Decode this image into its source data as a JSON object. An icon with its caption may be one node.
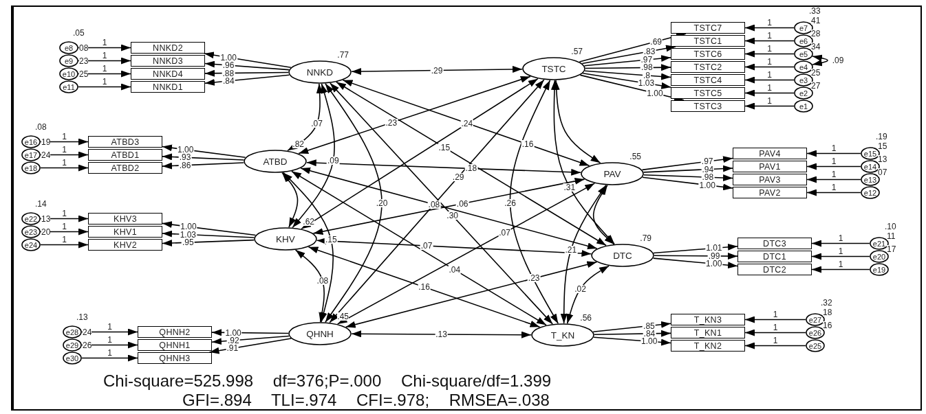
{
  "diagram": {
    "nodes": [
      {
        "text": [
          "e8"
        ],
        "beside": [
          ".05",
          "08"
        ]
      },
      {
        "text": [
          "e9"
        ],
        "beside": [
          "23"
        ]
      },
      {
        "text": [
          "e10"
        ],
        "beside": [
          "25"
        ]
      },
      {
        "text": [
          "e11"
        ]
      },
      {
        "text": [
          "NNKD2"
        ]
      },
      {
        "text": [
          "NNKD3"
        ]
      },
      {
        "text": [
          "NNKD4"
        ]
      },
      {
        "text": [
          "NNKD1"
        ]
      },
      {
        "text": [
          "NNKD"
        ],
        "beside": [
          ".77"
        ]
      },
      {
        "text": [
          "TSTC"
        ],
        "beside": [
          ".57"
        ]
      },
      {
        "text": [
          "TSTC7"
        ]
      },
      {
        "text": [
          "TSTC1"
        ]
      },
      {
        "text": [
          "TSTC6"
        ]
      },
      {
        "text": [
          "TSTC2"
        ]
      },
      {
        "text": [
          "TSTC4"
        ]
      },
      {
        "text": [
          "TSTC5"
        ]
      },
      {
        "text": [
          "TSTC3"
        ]
      },
      {
        "text": [
          "e7"
        ],
        "beside": [
          ".33",
          "41"
        ]
      },
      {
        "text": [
          "e6"
        ],
        "beside": [
          "28"
        ]
      },
      {
        "text": [
          "e5"
        ],
        "beside": [
          "34"
        ]
      },
      {
        "text": [
          "e4"
        ]
      },
      {
        "text": [
          "e3"
        ],
        "beside": [
          "25"
        ]
      },
      {
        "text": [
          "e2"
        ],
        "beside": [
          "27"
        ]
      },
      {
        "text": [
          "e1"
        ]
      },
      {
        "text": [
          "e16"
        ],
        "beside": [
          ".08",
          "19"
        ]
      },
      {
        "text": [
          "e17"
        ],
        "beside": [
          "24"
        ]
      },
      {
        "text": [
          "e18"
        ]
      },
      {
        "text": [
          "ATBD3"
        ]
      },
      {
        "text": [
          "ATBD1"
        ]
      },
      {
        "text": [
          "ATBD2"
        ]
      },
      {
        "text": [
          "ATBD"
        ],
        "beside": [
          ".82"
        ]
      },
      {
        "text": [
          "PAV"
        ],
        "beside": [
          ".55"
        ]
      },
      {
        "text": [
          "PAV4"
        ]
      },
      {
        "text": [
          "PAV1"
        ]
      },
      {
        "text": [
          "PAV3"
        ]
      },
      {
        "text": [
          "PAV2"
        ]
      },
      {
        "text": [
          "e15"
        ],
        "beside": [
          ".19",
          "15"
        ]
      },
      {
        "text": [
          "e14"
        ],
        "beside": [
          "13"
        ]
      },
      {
        "text": [
          "e13"
        ],
        "beside": [
          "07"
        ]
      },
      {
        "text": [
          "e12"
        ]
      },
      {
        "text": [
          "e22"
        ],
        "beside": [
          ".14",
          "13"
        ]
      },
      {
        "text": [
          "e23"
        ],
        "beside": [
          "20"
        ]
      },
      {
        "text": [
          "e24"
        ]
      },
      {
        "text": [
          "KHV3"
        ]
      },
      {
        "text": [
          "KHV1"
        ]
      },
      {
        "text": [
          "KHV2"
        ]
      },
      {
        "text": [
          "KHV"
        ],
        "beside": [
          ".62"
        ]
      },
      {
        "text": [
          "DTC"
        ],
        "beside": [
          ".79"
        ]
      },
      {
        "text": [
          "DTC3"
        ]
      },
      {
        "text": [
          "DTC1"
        ]
      },
      {
        "text": [
          "DTC2"
        ]
      },
      {
        "text": [
          "e21"
        ],
        "beside": [
          ".10",
          "11"
        ]
      },
      {
        "text": [
          "e20"
        ],
        "beside": [
          "17"
        ]
      },
      {
        "text": [
          "e19"
        ]
      },
      {
        "text": [
          "e28"
        ],
        "beside": [
          ".13",
          "24"
        ]
      },
      {
        "text": [
          "e29"
        ],
        "beside": [
          "26"
        ]
      },
      {
        "text": [
          "e30"
        ]
      },
      {
        "text": [
          "QHNH2"
        ]
      },
      {
        "text": [
          "QHNH1"
        ]
      },
      {
        "text": [
          "QHNH3"
        ]
      },
      {
        "text": [
          "QHNH"
        ],
        "beside": [
          ".45"
        ]
      },
      {
        "text": [
          "T_KN"
        ],
        "beside": [
          ".56"
        ]
      },
      {
        "text": [
          "T_KN3"
        ]
      },
      {
        "text": [
          "T_KN1"
        ]
      },
      {
        "text": [
          "T_KN2"
        ]
      },
      {
        "text": [
          "e27"
        ],
        "beside": [
          ".32",
          "18"
        ]
      },
      {
        "text": [
          "e26"
        ],
        "beside": [
          "16"
        ]
      },
      {
        "text": [
          "e25"
        ]
      }
    ],
    "edges": [
      {
        "from": 0,
        "to": 4,
        "arrow": "to",
        "label": "1"
      },
      {
        "from": 1,
        "to": 5,
        "arrow": "to",
        "label": "1"
      },
      {
        "from": 2,
        "to": 6,
        "arrow": "to",
        "label": "1"
      },
      {
        "from": 3,
        "to": 7,
        "arrow": "to",
        "label": "1"
      },
      {
        "from": 8,
        "to": 4,
        "arrow": "to",
        "label": "1.00"
      },
      {
        "from": 8,
        "to": 5,
        "arrow": "to",
        "label": ".96"
      },
      {
        "from": 8,
        "to": 6,
        "arrow": "to",
        "label": ".88"
      },
      {
        "from": 8,
        "to": 7,
        "arrow": "to",
        "label": ".84"
      },
      {
        "from": 17,
        "to": 10,
        "arrow": "to",
        "label": "1"
      },
      {
        "from": 18,
        "to": 11,
        "arrow": "to",
        "label": "1"
      },
      {
        "from": 19,
        "to": 12,
        "arrow": "to",
        "label": "1"
      },
      {
        "from": 20,
        "to": 13,
        "arrow": "to",
        "label": "1"
      },
      {
        "from": 21,
        "to": 14,
        "arrow": "to",
        "label": "1"
      },
      {
        "from": 22,
        "to": 15,
        "arrow": "to",
        "label": "1"
      },
      {
        "from": 23,
        "to": 16,
        "arrow": "to",
        "label": "1"
      },
      {
        "from": 9,
        "to": 10,
        "arrow": "to",
        "label": ".69"
      },
      {
        "from": 9,
        "to": 11,
        "arrow": "to",
        "label": ".83"
      },
      {
        "from": 9,
        "to": 12,
        "arrow": "to",
        "label": ".97"
      },
      {
        "from": 9,
        "to": 13,
        "arrow": "to",
        "label": ".98"
      },
      {
        "from": 9,
        "to": 14,
        "arrow": "to",
        "label": ".8"
      },
      {
        "from": 9,
        "to": 15,
        "arrow": "to",
        "label": "1.03"
      },
      {
        "from": 9,
        "to": 16,
        "arrow": "to",
        "label": "1.00"
      },
      {
        "from": 24,
        "to": 27,
        "arrow": "to",
        "label": "1"
      },
      {
        "from": 25,
        "to": 28,
        "arrow": "to",
        "label": "1"
      },
      {
        "from": 26,
        "to": 29,
        "arrow": "to",
        "label": "1"
      },
      {
        "from": 30,
        "to": 27,
        "arrow": "to",
        "label": "1.00"
      },
      {
        "from": 30,
        "to": 28,
        "arrow": "to",
        "label": ".93"
      },
      {
        "from": 30,
        "to": 29,
        "arrow": "to",
        "label": ".86"
      },
      {
        "from": 36,
        "to": 32,
        "arrow": "to",
        "label": "1"
      },
      {
        "from": 37,
        "to": 33,
        "arrow": "to",
        "label": "1"
      },
      {
        "from": 38,
        "to": 34,
        "arrow": "to",
        "label": "1"
      },
      {
        "from": 39,
        "to": 35,
        "arrow": "to",
        "label": "1"
      },
      {
        "from": 31,
        "to": 32,
        "arrow": "to",
        "label": ".97"
      },
      {
        "from": 31,
        "to": 33,
        "arrow": "to",
        "label": ".94"
      },
      {
        "from": 31,
        "to": 34,
        "arrow": "to",
        "label": ".98"
      },
      {
        "from": 31,
        "to": 35,
        "arrow": "to",
        "label": "1.00"
      },
      {
        "from": 40,
        "to": 43,
        "arrow": "to",
        "label": "1"
      },
      {
        "from": 41,
        "to": 44,
        "arrow": "to",
        "label": "1"
      },
      {
        "from": 42,
        "to": 45,
        "arrow": "to",
        "label": "1"
      },
      {
        "from": 46,
        "to": 43,
        "arrow": "to",
        "label": "1.00"
      },
      {
        "from": 46,
        "to": 44,
        "arrow": "to",
        "label": "1.03"
      },
      {
        "from": 46,
        "to": 45,
        "arrow": "to",
        "label": ".95"
      },
      {
        "from": 51,
        "to": 48,
        "arrow": "to",
        "label": "1"
      },
      {
        "from": 52,
        "to": 49,
        "arrow": "to",
        "label": "1"
      },
      {
        "from": 53,
        "to": 50,
        "arrow": "to",
        "label": "1"
      },
      {
        "from": 47,
        "to": 48,
        "arrow": "to",
        "label": "1.01"
      },
      {
        "from": 47,
        "to": 49,
        "arrow": "to",
        "label": ".99"
      },
      {
        "from": 47,
        "to": 50,
        "arrow": "to",
        "label": "1.00"
      },
      {
        "from": 54,
        "to": 57,
        "arrow": "to",
        "label": "1"
      },
      {
        "from": 55,
        "to": 58,
        "arrow": "to",
        "label": "1"
      },
      {
        "from": 56,
        "to": 59,
        "arrow": "to",
        "label": "1"
      },
      {
        "from": 60,
        "to": 57,
        "arrow": "to",
        "label": "1.00"
      },
      {
        "from": 60,
        "to": 58,
        "arrow": "to",
        "label": ".92"
      },
      {
        "from": 60,
        "to": 59,
        "arrow": "to",
        "label": ".91"
      },
      {
        "from": 65,
        "to": 62,
        "arrow": "to",
        "label": "1"
      },
      {
        "from": 66,
        "to": 63,
        "arrow": "to",
        "label": "1"
      },
      {
        "from": 67,
        "to": 64,
        "arrow": "to",
        "label": "1"
      },
      {
        "from": 61,
        "to": 62,
        "arrow": "to",
        "label": ".85"
      },
      {
        "from": 61,
        "to": 63,
        "arrow": "to",
        "label": ".84"
      },
      {
        "from": 61,
        "to": 64,
        "arrow": "to",
        "label": "1.00"
      },
      {
        "from": 8,
        "to": 9,
        "arrow": "both",
        "label": ".29"
      },
      {
        "from": 8,
        "to": 30,
        "arrow": "both",
        "label": ".07"
      },
      {
        "from": 8,
        "to": 31,
        "arrow": "both",
        "label": ".16"
      },
      {
        "from": 8,
        "to": 47,
        "arrow": "both",
        "label": ".15"
      },
      {
        "from": 8,
        "to": 46,
        "arrow": "both",
        "label": ".09"
      },
      {
        "from": 8,
        "to": 60,
        "arrow": "both",
        "label": ".20"
      },
      {
        "from": 8,
        "to": 61,
        "arrow": "both",
        "label": ".30"
      },
      {
        "from": 9,
        "to": 30,
        "arrow": "both",
        "label": ".23"
      },
      {
        "from": 9,
        "to": 46,
        "arrow": "both",
        "label": ".24"
      },
      {
        "from": 9,
        "to": 60,
        "arrow": "both",
        "label": ".29"
      },
      {
        "from": 9,
        "to": 61,
        "arrow": "both",
        "label": ".26"
      },
      {
        "from": 9,
        "to": 47,
        "arrow": "both",
        "label": ".31"
      },
      {
        "from": 9,
        "to": 31,
        "arrow": "both"
      },
      {
        "from": 30,
        "to": 31,
        "arrow": "both",
        "label": ".18"
      },
      {
        "from": 30,
        "to": 47,
        "arrow": "both",
        "label": ".08"
      },
      {
        "from": 30,
        "to": 60,
        "arrow": "both",
        "label": ".15"
      },
      {
        "from": 30,
        "to": 61,
        "arrow": "both",
        "label": ".04"
      },
      {
        "from": 30,
        "to": 46,
        "arrow": "both"
      },
      {
        "from": 31,
        "to": 46,
        "arrow": "both",
        "label": ".06"
      },
      {
        "from": 31,
        "to": 47,
        "arrow": "both"
      },
      {
        "from": 31,
        "to": 60,
        "arrow": "both",
        "label": ".07"
      },
      {
        "from": 31,
        "to": 61,
        "arrow": "both",
        "label": ".21"
      },
      {
        "from": 46,
        "to": 47,
        "arrow": "both",
        "label": ".07"
      },
      {
        "from": 46,
        "to": 60,
        "arrow": "both",
        "label": ".08"
      },
      {
        "from": 46,
        "to": 61,
        "arrow": "both",
        "label": ".16"
      },
      {
        "from": 47,
        "to": 60,
        "arrow": "both",
        "label": ".23"
      },
      {
        "from": 47,
        "to": 61,
        "arrow": "both",
        "label": ".02"
      },
      {
        "from": 60,
        "to": 61,
        "arrow": "both",
        "label": ".13"
      },
      {
        "from": 19,
        "to": 20,
        "arrow": "both",
        "label": ".09"
      }
    ],
    "labels": [
      "Chi-square=525.998 df=376;P=.000 Chi-square/df=1.399",
      "GFI=.894 TLI=.974 CFI=.978; RMSEA=.038"
    ]
  }
}
